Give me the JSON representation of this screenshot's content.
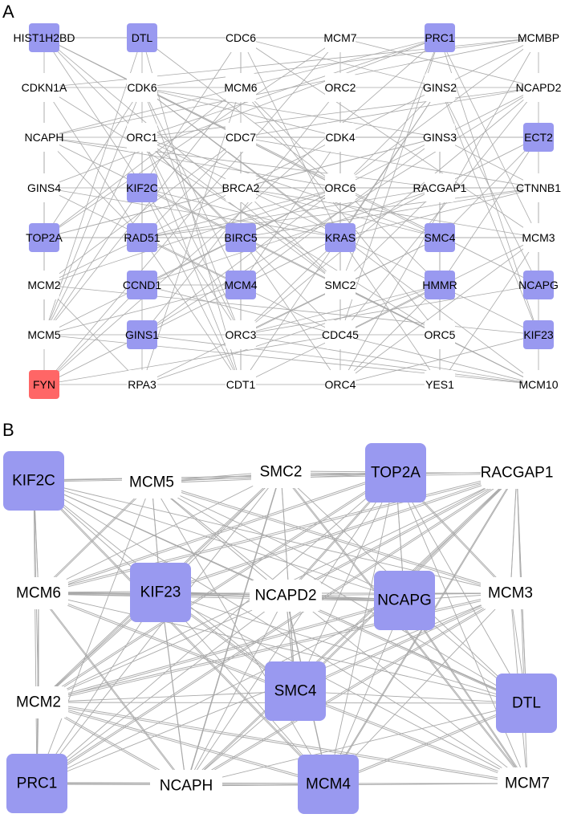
{
  "colors": {
    "hub": "#9999f0",
    "seed": "#ff6666",
    "plain": "#ffffff",
    "edge": "#a9a9a9",
    "text": "#000000"
  },
  "panel_a": {
    "label": "A",
    "rows": [
      [
        {
          "label": "HIST1H2BD",
          "style": "hub"
        },
        {
          "label": "DTL",
          "style": "hub"
        },
        {
          "label": "CDC6",
          "style": "plain"
        },
        {
          "label": "MCM7",
          "style": "plain"
        },
        {
          "label": "PRC1",
          "style": "hub"
        },
        {
          "label": "MCMBP",
          "style": "plain"
        }
      ],
      [
        {
          "label": "CDKN1A",
          "style": "plain"
        },
        {
          "label": "CDK6",
          "style": "plain"
        },
        {
          "label": "MCM6",
          "style": "plain"
        },
        {
          "label": "ORC2",
          "style": "plain"
        },
        {
          "label": "GINS2",
          "style": "plain"
        },
        {
          "label": "NCAPD2",
          "style": "plain"
        }
      ],
      [
        {
          "label": "NCAPH",
          "style": "plain"
        },
        {
          "label": "ORC1",
          "style": "plain"
        },
        {
          "label": "CDC7",
          "style": "plain"
        },
        {
          "label": "CDK4",
          "style": "plain"
        },
        {
          "label": "GINS3",
          "style": "plain"
        },
        {
          "label": "ECT2",
          "style": "hub"
        }
      ],
      [
        {
          "label": "GINS4",
          "style": "plain"
        },
        {
          "label": "KIF2C",
          "style": "hub"
        },
        {
          "label": "BRCA2",
          "style": "plain"
        },
        {
          "label": "ORC6",
          "style": "plain"
        },
        {
          "label": "RACGAP1",
          "style": "plain"
        },
        {
          "label": "CTNNB1",
          "style": "plain"
        }
      ],
      [
        {
          "label": "TOP2A",
          "style": "hub"
        },
        {
          "label": "RAD51",
          "style": "hub"
        },
        {
          "label": "BIRC5",
          "style": "hub"
        },
        {
          "label": "KRAS",
          "style": "hub"
        },
        {
          "label": "SMC4",
          "style": "hub"
        },
        {
          "label": "MCM3",
          "style": "plain"
        }
      ],
      [
        {
          "label": "MCM2",
          "style": "plain"
        },
        {
          "label": "CCND1",
          "style": "hub"
        },
        {
          "label": "MCM4",
          "style": "hub"
        },
        {
          "label": "SMC2",
          "style": "plain"
        },
        {
          "label": "HMMR",
          "style": "hub"
        },
        {
          "label": "NCAPG",
          "style": "hub"
        }
      ],
      [
        {
          "label": "MCM5",
          "style": "plain"
        },
        {
          "label": "GINS1",
          "style": "hub"
        },
        {
          "label": "ORC3",
          "style": "plain"
        },
        {
          "label": "CDC45",
          "style": "plain"
        },
        {
          "label": "ORC5",
          "style": "plain"
        },
        {
          "label": "KIF23",
          "style": "hub"
        }
      ],
      [
        {
          "label": "FYN",
          "style": "seed"
        },
        {
          "label": "RPA3",
          "style": "plain"
        },
        {
          "label": "CDT1",
          "style": "plain"
        },
        {
          "label": "ORC4",
          "style": "plain"
        },
        {
          "label": "YES1",
          "style": "plain"
        },
        {
          "label": "MCM10",
          "style": "plain"
        }
      ]
    ]
  },
  "panel_b": {
    "label": "B",
    "nodes": [
      {
        "id": "KIF2C",
        "label": "KIF2C",
        "style": "hub"
      },
      {
        "id": "MCM5",
        "label": "MCM5",
        "style": "plain"
      },
      {
        "id": "SMC2",
        "label": "SMC2",
        "style": "plain"
      },
      {
        "id": "TOP2A",
        "label": "TOP2A",
        "style": "hub"
      },
      {
        "id": "RACGAP1",
        "label": "RACGAP1",
        "style": "plain"
      },
      {
        "id": "MCM6",
        "label": "MCM6",
        "style": "plain"
      },
      {
        "id": "KIF23",
        "label": "KIF23",
        "style": "hub"
      },
      {
        "id": "NCAPD2",
        "label": "NCAPD2",
        "style": "plain"
      },
      {
        "id": "NCAPG",
        "label": "NCAPG",
        "style": "hub"
      },
      {
        "id": "MCM3",
        "label": "MCM3",
        "style": "plain"
      },
      {
        "id": "MCM2",
        "label": "MCM2",
        "style": "plain"
      },
      {
        "id": "SMC4",
        "label": "SMC4",
        "style": "hub"
      },
      {
        "id": "DTL",
        "label": "DTL",
        "style": "hub"
      },
      {
        "id": "PRC1",
        "label": "PRC1",
        "style": "hub"
      },
      {
        "id": "NCAPH",
        "label": "NCAPH",
        "style": "plain"
      },
      {
        "id": "MCM4",
        "label": "MCM4",
        "style": "hub"
      },
      {
        "id": "MCM7",
        "label": "MCM7",
        "style": "plain"
      }
    ]
  }
}
